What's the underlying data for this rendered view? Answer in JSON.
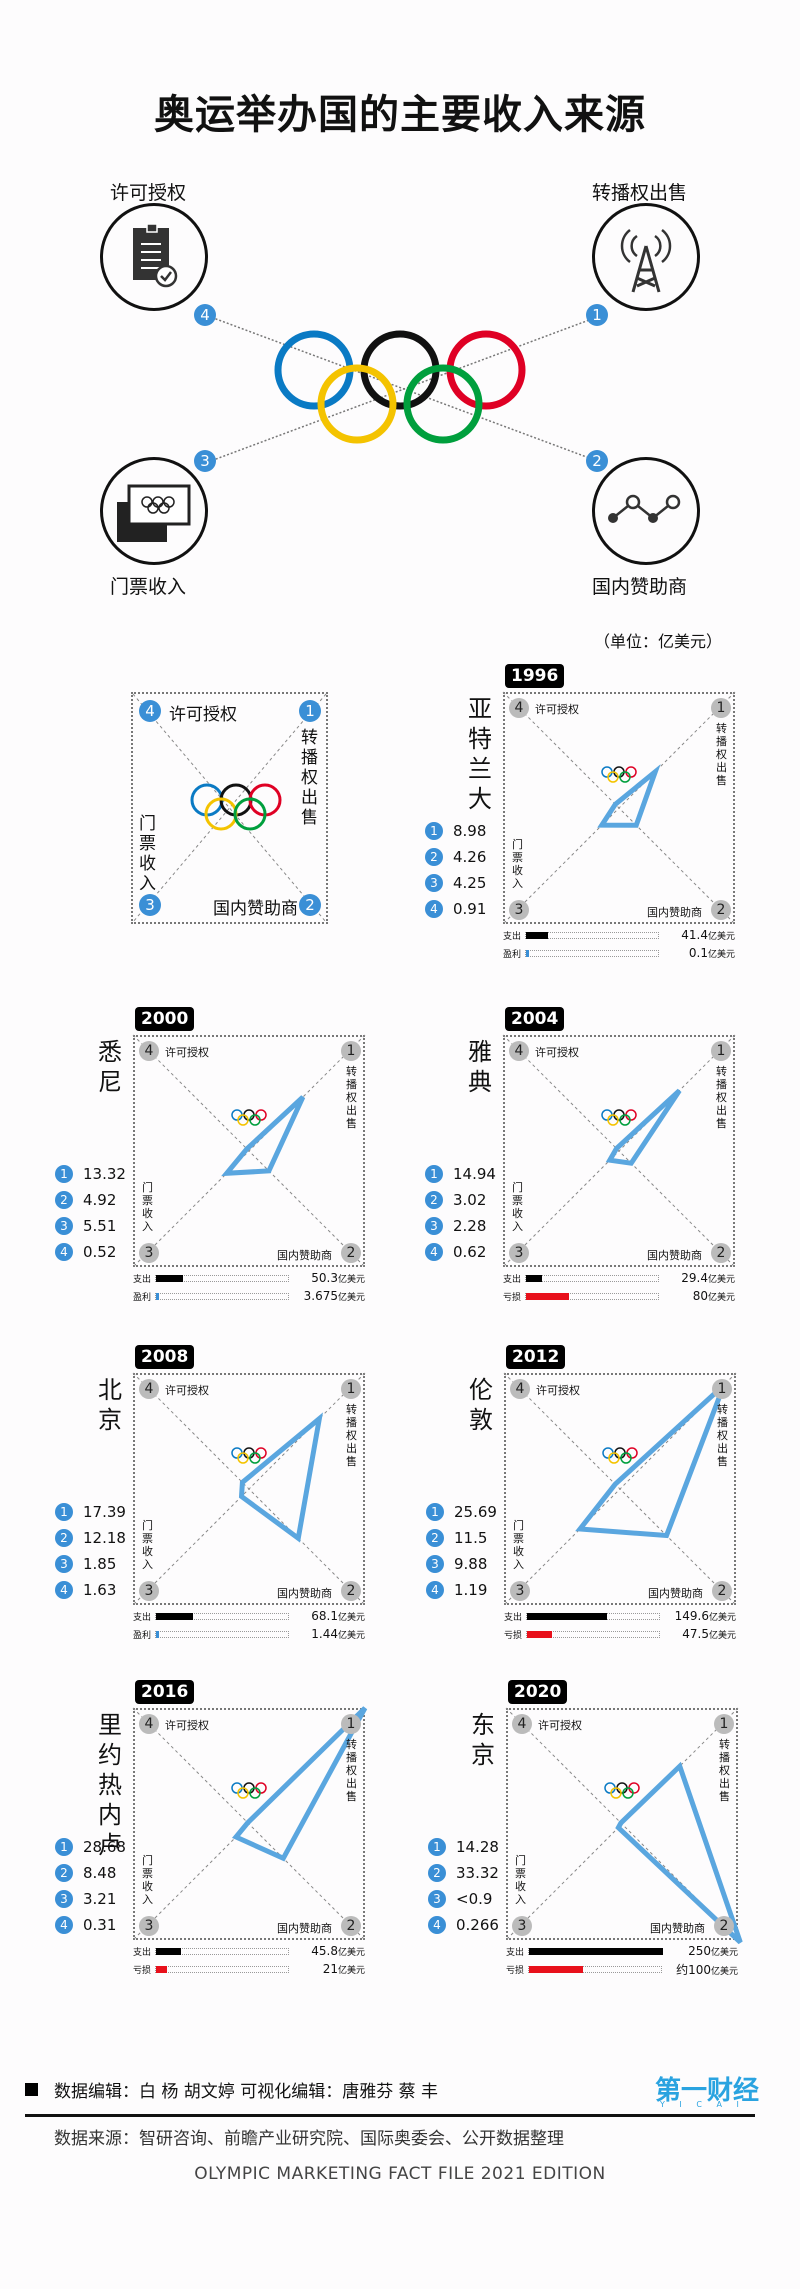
{
  "title": "奥运举办国的主要收入来源",
  "unit": "（单位：亿美元）",
  "intro": {
    "categories": [
      {
        "id": 1,
        "label": "转播权出售",
        "icon": "broadcast-tower-icon"
      },
      {
        "id": 2,
        "label": "国内赞助商",
        "icon": "line-chart-icon"
      },
      {
        "id": 3,
        "label": "门票收入",
        "icon": "ticket-icon"
      },
      {
        "id": 4,
        "label": "许可授权",
        "icon": "clipboard-check-icon"
      }
    ]
  },
  "legend_panel": {
    "c1": "转播权出售",
    "c2": "国内赞助商",
    "c3": "门票收入",
    "c4": "许可授权",
    "n1": "1",
    "n2": "2",
    "n3": "3",
    "n4": "4"
  },
  "corner_labels": {
    "c1": "转播权出售",
    "c2": "国内赞助商",
    "c3": "门票收入",
    "c4": "许可授权"
  },
  "bar_labels": {
    "spend": "支出",
    "profit": "盈利",
    "loss": "亏损",
    "unit": "亿美元"
  },
  "colors": {
    "accent": "#3a8fd6",
    "loss": "#e8101b",
    "spend": "#000000",
    "radar": "#5aa6df"
  },
  "chart_data": {
    "type": "radar",
    "title": "奥运举办国的主要收入来源",
    "unit": "亿美元",
    "axes": [
      "转播权出售",
      "国内赞助商",
      "门票收入",
      "许可授权"
    ],
    "series": [
      {
        "year": "1996",
        "city": "亚特兰大",
        "values": [
          8.98,
          4.26,
          4.25,
          0.91
        ],
        "value_labels": [
          "8.98",
          "4.26",
          "4.25",
          "0.91"
        ],
        "spend": 41.4,
        "spend_label": "41.4",
        "result_type": "profit",
        "result": 0.1,
        "result_label": "0.1"
      },
      {
        "year": "2000",
        "city": "悉尼",
        "values": [
          13.32,
          4.92,
          5.51,
          0.52
        ],
        "value_labels": [
          "13.32",
          "4.92",
          "5.51",
          "0.52"
        ],
        "spend": 50.3,
        "spend_label": "50.3",
        "result_type": "profit",
        "result": 3.675,
        "result_label": "3.675"
      },
      {
        "year": "2004",
        "city": "雅典",
        "values": [
          14.94,
          3.02,
          2.28,
          0.62
        ],
        "value_labels": [
          "14.94",
          "3.02",
          "2.28",
          "0.62"
        ],
        "spend": 29.4,
        "spend_label": "29.4",
        "result_type": "loss",
        "result": 80,
        "result_label": "80"
      },
      {
        "year": "2008",
        "city": "北京",
        "values": [
          17.39,
          12.18,
          1.85,
          1.63
        ],
        "value_labels": [
          "17.39",
          "12.18",
          "1.85",
          "1.63"
        ],
        "spend": 68.1,
        "spend_label": "68.1",
        "result_type": "profit",
        "result": 1.44,
        "result_label": "1.44"
      },
      {
        "year": "2012",
        "city": "伦敦",
        "values": [
          25.69,
          11.5,
          9.88,
          1.19
        ],
        "value_labels": [
          "25.69",
          "11.5",
          "9.88",
          "1.19"
        ],
        "spend": 149.6,
        "spend_label": "149.6",
        "result_type": "loss",
        "result": 47.5,
        "result_label": "47.5"
      },
      {
        "year": "2016",
        "city": "里约热内卢",
        "values": [
          28.68,
          8.48,
          3.21,
          0.31
        ],
        "value_labels": [
          "28.68",
          "8.48",
          "3.21",
          "0.31"
        ],
        "spend": 45.8,
        "spend_label": "45.8",
        "result_type": "loss",
        "result": 21,
        "result_label": "21"
      },
      {
        "year": "2020",
        "city": "东京",
        "values": [
          14.28,
          33.32,
          0.9,
          0.266
        ],
        "value_labels": [
          "14.28",
          "33.32",
          "<0.9",
          "0.266"
        ],
        "spend": 250,
        "spend_label": "250",
        "result_type": "loss",
        "result": 100,
        "result_label": "约100"
      }
    ]
  },
  "footer": {
    "credits": "数据编辑：白  杨  胡文婷   可视化编辑：唐雅芬  蔡  丰",
    "brand": "第一财经",
    "brand_sub": "Y I C A I",
    "source": "数据来源：智研咨询、前瞻产业研究院、国际奥委会、公开数据整理",
    "edition": "OLYMPIC MARKETING FACT FILE 2021 EDITION"
  }
}
